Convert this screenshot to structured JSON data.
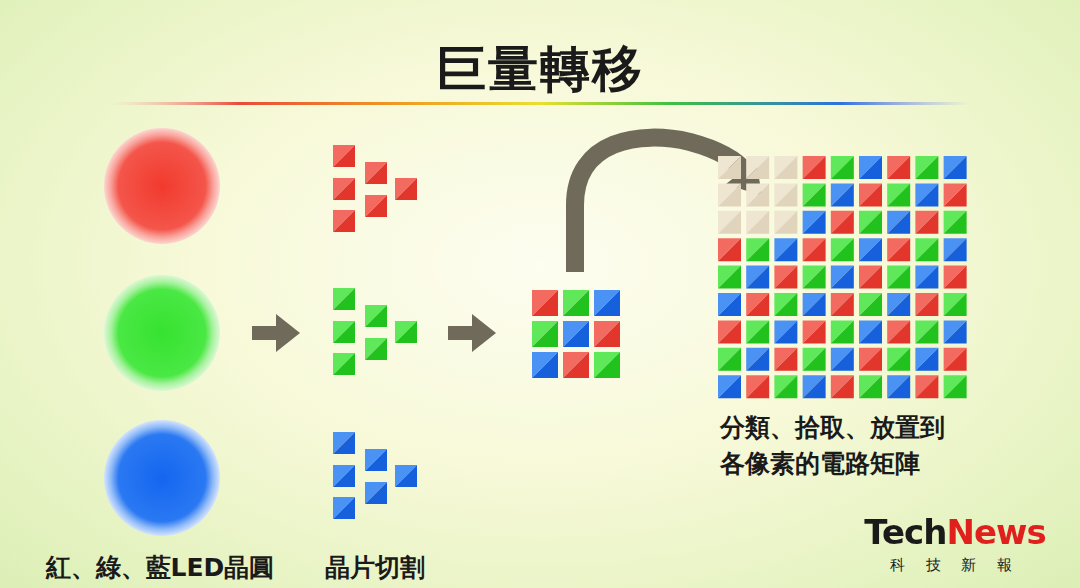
{
  "diagram": {
    "title": "巨量轉移",
    "labels": [
      "紅、綠、藍LED晶圓",
      "晶片切割",
      "分類、拾取、放置到 各像素的電路矩陣",
      "TechNews",
      "科 技 新 報"
    ]
  }
}
